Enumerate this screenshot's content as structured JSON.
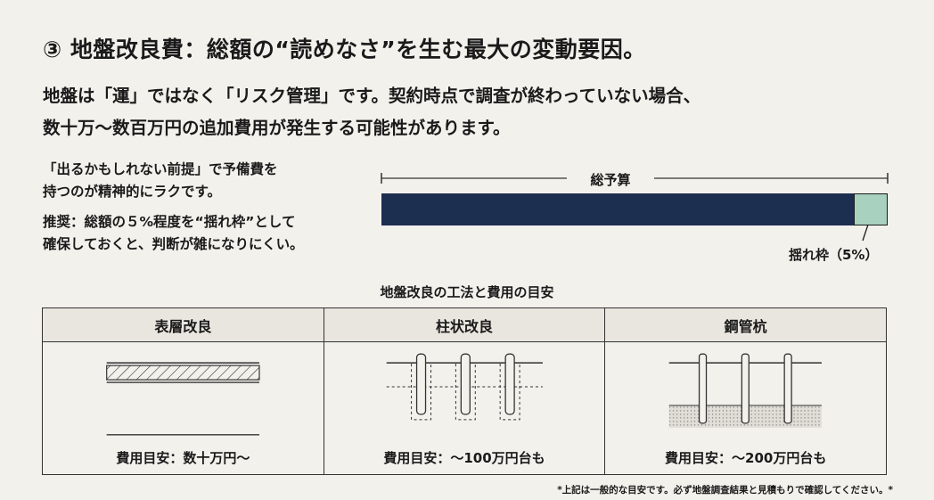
{
  "title": "③ 地盤改良費：総額の“読めなさ”を生む最大の変動要因。",
  "lead": {
    "line1": "地盤は「運」ではなく「リスク管理」です。契約時点で調査が終わっていない場合、",
    "line2": "数十万～数百万円の追加費用が発生する可能性があります。"
  },
  "notes": {
    "note1_line1": "「出るかもしれない前提」で予備費を",
    "note1_line2": "持つのが精神的にラクです。",
    "note2_line1": "推奨：総額の５%程度を“揺れ枠”として",
    "note2_line2": "確保しておくと、判断が雑になりにくい。"
  },
  "budget": {
    "total_label": "総予算",
    "buffer_label": "揺れ枠（5%）",
    "buffer_share": 0.05,
    "colors": {
      "main": "#1d2f50",
      "buffer": "#a8d1bf"
    }
  },
  "methods": {
    "title": "地盤改良の工法と費用の目安",
    "columns": [
      {
        "name": "表層改良",
        "cost": "費用目安：数十万円～"
      },
      {
        "name": "柱状改良",
        "cost": "費用目安：～100万円台も"
      },
      {
        "name": "鋼管杭",
        "cost": "費用目安：～200万円台も"
      }
    ]
  },
  "footnote": "*上記は一般的な目安です。必ず地盤調査結果と見積もりで確認してください。*"
}
